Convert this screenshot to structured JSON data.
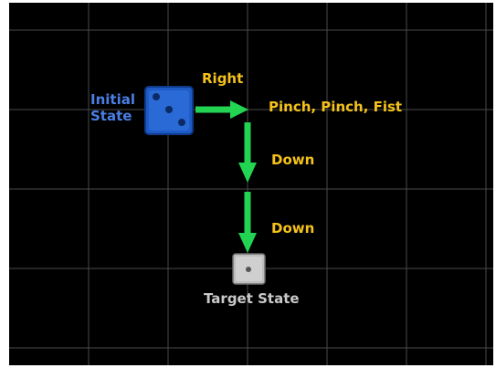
{
  "labels": {
    "initial_state_line1": "Initial",
    "initial_state_line2": "State",
    "move_right": "Right",
    "gestures": "Pinch, Pinch, Fist",
    "move_down_1": "Down",
    "move_down_2": "Down",
    "target_state": "Target State"
  },
  "colors": {
    "background": "#000000",
    "grid_line": "#4a4a4a",
    "arrow": "#22d452",
    "initial_label": "#4a7fe6",
    "action_label": "#f5c21b",
    "target_label": "#c9c9c9",
    "initial_die": "#1e5bc6",
    "target_die": "#bdbdbd"
  },
  "initial_die_face": 3,
  "target_die_face": 1
}
